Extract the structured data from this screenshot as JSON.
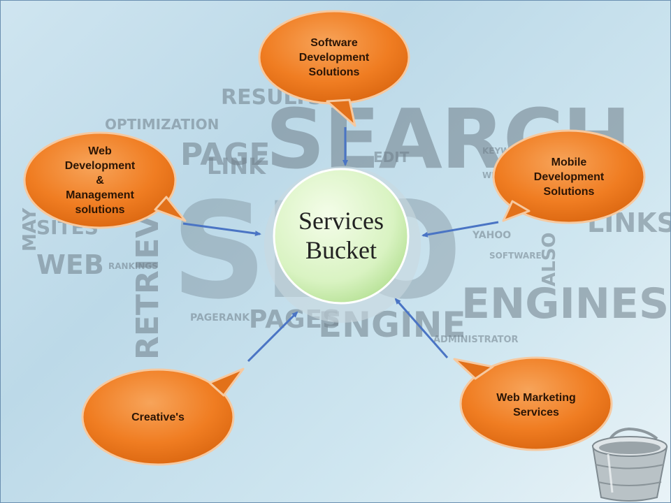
{
  "center": {
    "line1": "Services",
    "line2": "Bucket"
  },
  "bubbles": [
    {
      "id": "software",
      "text": "Software\nDevelopment\nSolutions"
    },
    {
      "id": "web-dev",
      "text": "Web\nDevelopment\n&\nManagement\nsolutions"
    },
    {
      "id": "mobile",
      "text": "Mobile\nDevelopment\nSolutions"
    },
    {
      "id": "creative",
      "text": "Creative's"
    },
    {
      "id": "marketing",
      "text": "Web Marketing\nServices"
    }
  ],
  "background_words": [
    "SEARCH",
    "SEO",
    "ENGINES",
    "ENGINE",
    "PAGE",
    "RESULTS",
    "LINKS",
    "LINK",
    "WEB",
    "SITES",
    "RETRIEVE",
    "OPTIMIZATION",
    "PAGERANK",
    "PAGES",
    "MAY",
    "ALSO",
    "YAHOO",
    "ADMINISTRATOR",
    "EDIT",
    "KEYWORD",
    "WEBSITE",
    "SOFTWARE",
    "RANKINGS"
  ],
  "colors": {
    "bubble_fill": "#f07d22",
    "bubble_stroke": "#f6c9a0",
    "center_fill": "#d9f3c2",
    "arrow": "#4a74c4"
  }
}
